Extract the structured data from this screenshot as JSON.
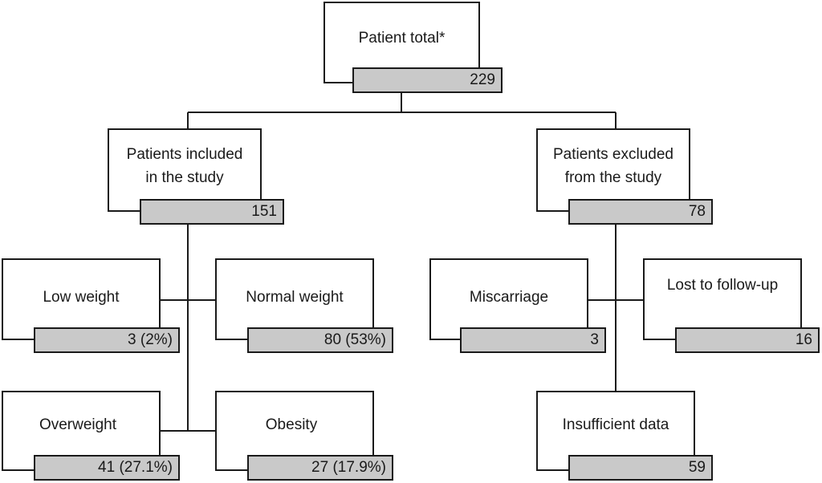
{
  "nodes": {
    "total": {
      "label": "Patient total*",
      "count": "229"
    },
    "included": {
      "label": "Patients included\nin the study",
      "count": "151"
    },
    "excluded": {
      "label": "Patients excluded\nfrom the study",
      "count": "78"
    },
    "low_weight": {
      "label": "Low weight",
      "count": "3 (2%)"
    },
    "normal_weight": {
      "label": "Normal weight",
      "count": "80 (53%)"
    },
    "overweight": {
      "label": "Overweight",
      "count": "41 (27.1%)"
    },
    "obesity": {
      "label": "Obesity",
      "count": "27 (17.9%)"
    },
    "miscarriage": {
      "label": "Miscarriage",
      "count": "3"
    },
    "lost": {
      "label": "Lost to follow-up",
      "count": "16"
    },
    "insufficient": {
      "label": "Insufficient data",
      "count": "59"
    }
  }
}
